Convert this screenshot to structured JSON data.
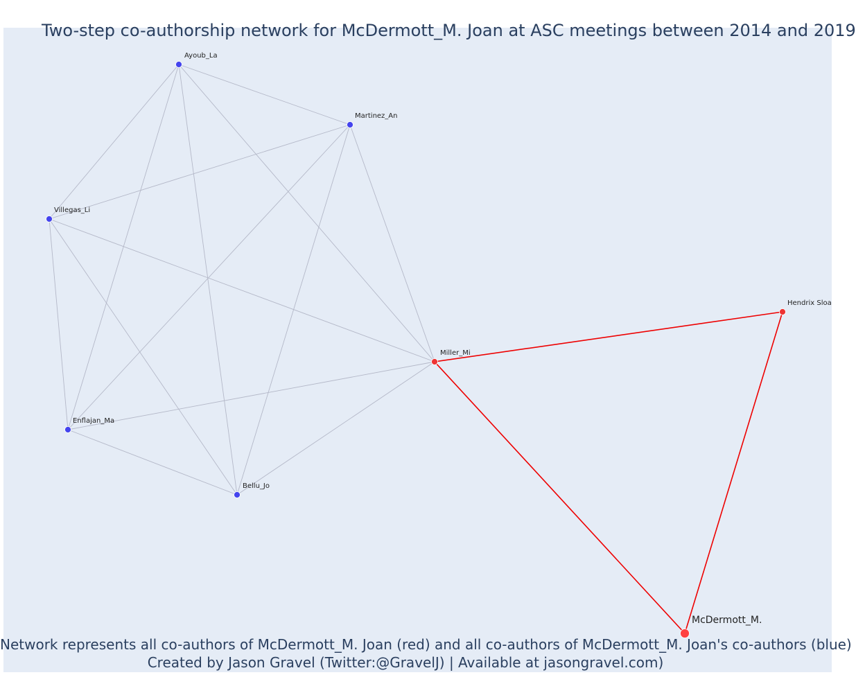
{
  "title": "Two-step co-authorship network for McDermott_M. Joan at ASC meetings between 2014 and 2019",
  "caption_line1": "Network represents all co-authors of McDermott_M. Joan (red) and all co-authors of McDermott_M. Joan's co-authors (blue)",
  "caption_line2": "Created by Jason Gravel (Twitter:@GravelJ) | Available at jasongravel.com)",
  "colors": {
    "background": "#e5ecf6",
    "ego_node": "#ff4040",
    "first_step_node": "#ee3333",
    "second_step_node": "#4444ee",
    "ego_edge": "#ee0000",
    "other_edge": "#b4b8c8",
    "text": "#2a3f5f"
  },
  "network": {
    "nodes": [
      {
        "id": "ayoub",
        "label": "Ayoub_La",
        "group": "second_step"
      },
      {
        "id": "martinez",
        "label": "Martinez_An",
        "group": "second_step"
      },
      {
        "id": "villegas",
        "label": "Villegas_Li",
        "group": "second_step"
      },
      {
        "id": "enflajan",
        "label": "Enflajan_Ma",
        "group": "second_step"
      },
      {
        "id": "bellu",
        "label": "Bellu_Jo",
        "group": "second_step"
      },
      {
        "id": "miller",
        "label": "Miller_Mi",
        "group": "first_step"
      },
      {
        "id": "hendrix",
        "label": "Hendrix Sloa",
        "group": "first_step"
      },
      {
        "id": "mcdermott",
        "label": "McDermott_M.",
        "group": "ego"
      }
    ],
    "edges": [
      {
        "source": "ayoub",
        "target": "martinez",
        "type": "other"
      },
      {
        "source": "ayoub",
        "target": "villegas",
        "type": "other"
      },
      {
        "source": "ayoub",
        "target": "enflajan",
        "type": "other"
      },
      {
        "source": "ayoub",
        "target": "bellu",
        "type": "other"
      },
      {
        "source": "ayoub",
        "target": "miller",
        "type": "other"
      },
      {
        "source": "martinez",
        "target": "villegas",
        "type": "other"
      },
      {
        "source": "martinez",
        "target": "enflajan",
        "type": "other"
      },
      {
        "source": "martinez",
        "target": "bellu",
        "type": "other"
      },
      {
        "source": "martinez",
        "target": "miller",
        "type": "other"
      },
      {
        "source": "villegas",
        "target": "enflajan",
        "type": "other"
      },
      {
        "source": "villegas",
        "target": "bellu",
        "type": "other"
      },
      {
        "source": "villegas",
        "target": "miller",
        "type": "other"
      },
      {
        "source": "enflajan",
        "target": "bellu",
        "type": "other"
      },
      {
        "source": "enflajan",
        "target": "miller",
        "type": "other"
      },
      {
        "source": "bellu",
        "target": "miller",
        "type": "other"
      },
      {
        "source": "miller",
        "target": "hendrix",
        "type": "ego"
      },
      {
        "source": "miller",
        "target": "mcdermott",
        "type": "ego"
      },
      {
        "source": "hendrix",
        "target": "mcdermott",
        "type": "ego"
      }
    ]
  }
}
